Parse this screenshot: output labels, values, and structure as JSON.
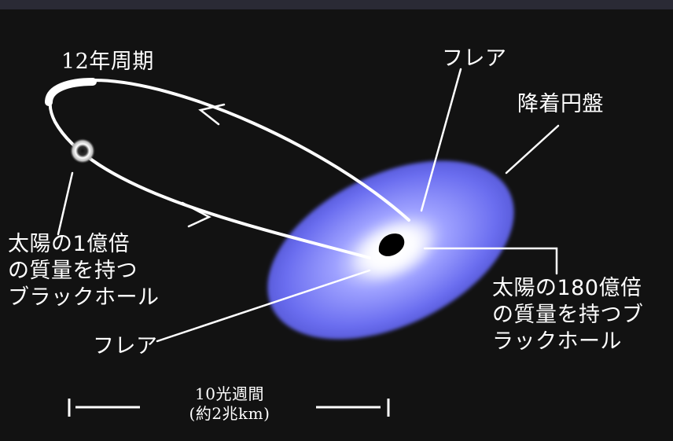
{
  "labels": {
    "period": "12年周期",
    "flare_top": "フレア",
    "disk": "降着円盤",
    "small_bh": [
      "太陽の1億倍",
      "の質量を持つ",
      "ブラックホール"
    ],
    "big_bh": [
      "太陽の180億倍",
      "の質量を持つブ",
      "ラックホール"
    ],
    "flare_bottom": "フレア",
    "scale": [
      "10光週間",
      "(約2兆km)"
    ]
  },
  "colors": {
    "background": "#121212",
    "disk_outer": "#6c6ff0",
    "disk_inner": "#c9cbff",
    "disk_core": "#ffffff",
    "black_hole": "#000000",
    "text": "#ffffff",
    "orbit": "#ffffff"
  }
}
